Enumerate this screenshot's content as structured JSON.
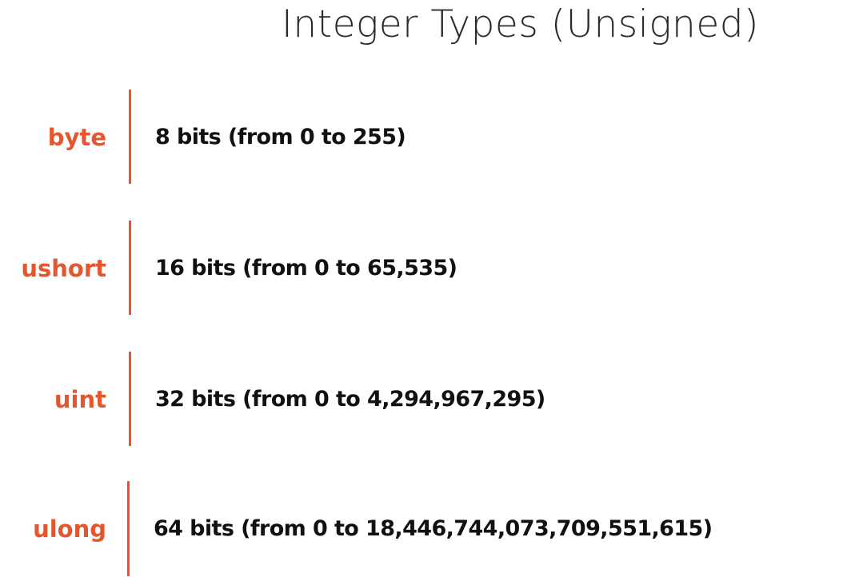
{
  "title": "Integer Types (Unsigned)",
  "accent_color": "#e4572e",
  "types": [
    {
      "name": "byte",
      "description": "8 bits (from 0 to 255)"
    },
    {
      "name": "ushort",
      "description": "16 bits (from 0 to 65,535)"
    },
    {
      "name": "uint",
      "description": "32 bits (from 0 to 4,294,967,295)"
    },
    {
      "name": "ulong",
      "description": "64 bits (from 0 to 18,446,744,073,709,551,615)"
    }
  ]
}
